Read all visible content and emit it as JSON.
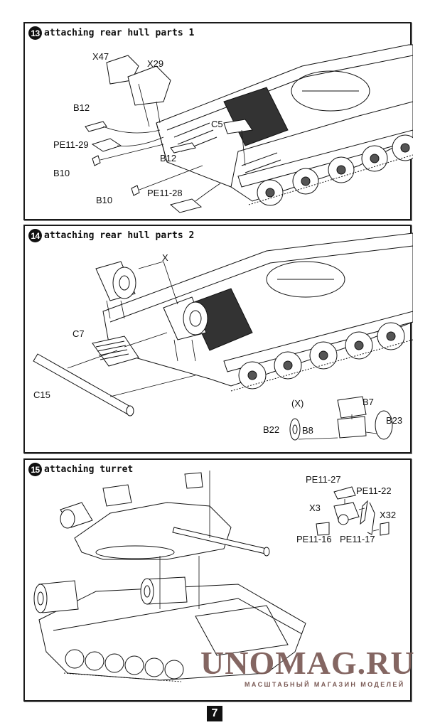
{
  "page": {
    "number": "7"
  },
  "steps": [
    {
      "number": "13",
      "title": "attaching rear hull parts 1",
      "labels": [
        "X47",
        "X29",
        "B12",
        "PE11-29",
        "B10",
        "C5",
        "B12",
        "B10",
        "PE11-28"
      ]
    },
    {
      "number": "14",
      "title": "attaching rear hull parts 2",
      "labels": [
        "X",
        "C7",
        "C15"
      ],
      "subassembly": {
        "title": "(X)",
        "labels": [
          "B7",
          "B22",
          "B8",
          "B23"
        ]
      }
    },
    {
      "number": "15",
      "title": "attaching turret",
      "labels": [
        "PE11-27",
        "PE11-22",
        "X3",
        "X32",
        "PE11-16",
        "PE11-17"
      ]
    }
  ],
  "watermark": {
    "brand": "UNOMAG.RU",
    "tagline": "МАСШТАБНЫЙ МАГАЗИН МОДЕЛЕЙ",
    "color": "#7a5a55"
  }
}
